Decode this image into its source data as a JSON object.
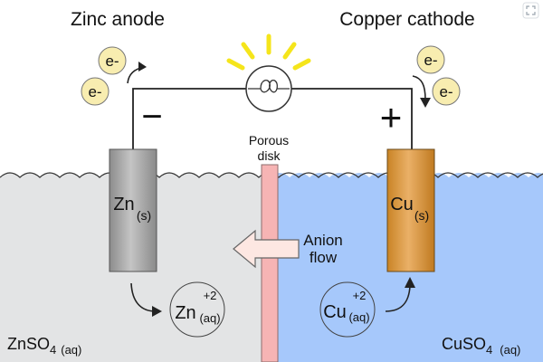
{
  "labels": {
    "zinc_anode": "Zinc anode",
    "copper_cathode": "Copper cathode",
    "minus_sign": "−",
    "plus_sign": "+",
    "porous_line1": "Porous",
    "porous_line2": "disk",
    "anion_line1": "Anion",
    "anion_line2": "flow",
    "electron": "e-",
    "zn_solid_symbol": "Zn",
    "zn_solid_state": "(s)",
    "cu_solid_symbol": "Cu",
    "cu_solid_state": "(s)",
    "zn_ion_symbol": "Zn",
    "zn_ion_charge": "+2",
    "zn_ion_state": "(aq)",
    "cu_ion_symbol": "Cu",
    "cu_ion_charge": "+2",
    "cu_ion_state": "(aq)",
    "znso4_formula": "ZnSO",
    "znso4_sub": "4",
    "znso4_state": "(aq)",
    "cuso4_formula": "CuSO",
    "cuso4_sub": "4",
    "cuso4_state": "(aq)"
  },
  "colors": {
    "zinc_solution": "#e3e4e5",
    "copper_solution": "#a6c8fb",
    "zinc_electrode": "#a9a9a9",
    "copper_electrode": "#d99a42",
    "porous_disk": "#f6b4b4",
    "electron_fill": "#f8edb0",
    "bulb_rays": "#f5e51b",
    "anion_arrow": "#fde7e2"
  },
  "icons": {
    "expand": "expand-icon",
    "bulb": "light-bulb-icon"
  }
}
